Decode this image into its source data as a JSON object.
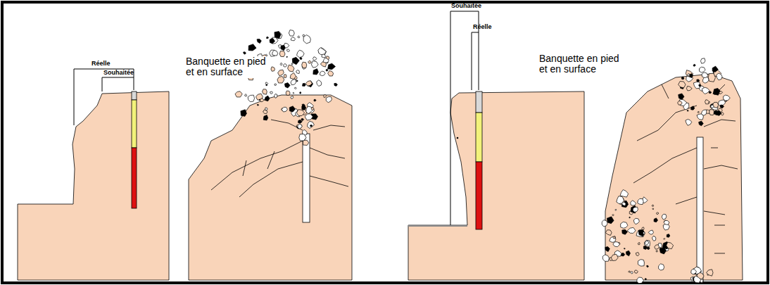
{
  "diagram": {
    "labels": [
      "Réelle",
      "Souhaitée",
      "Banquette en pied et en surface",
      "Souhaitée",
      "Réelle",
      "Banquette en pied et en surface"
    ]
  }
}
